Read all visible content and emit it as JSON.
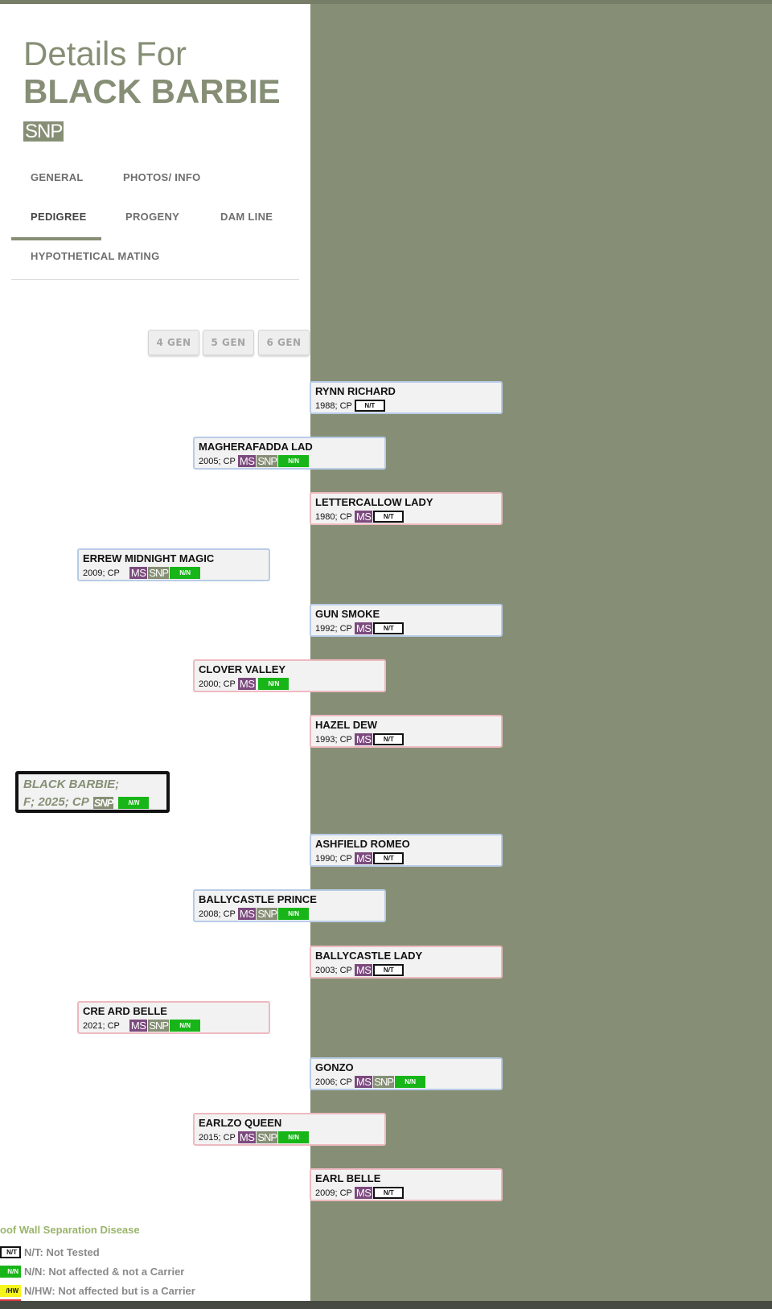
{
  "header": {
    "title_line1": "Details For",
    "title_line2": "BLACK BARBIE",
    "badge": "SNP"
  },
  "tabs": [
    {
      "label": "GENERAL",
      "active": false
    },
    {
      "label": "PHOTOS/ INFO",
      "active": false
    },
    {
      "label": "PEDIGREE",
      "active": true
    },
    {
      "label": "PROGENY",
      "active": false
    },
    {
      "label": "DAM LINE",
      "active": false
    },
    {
      "label": "HYPOTHETICAL MATING",
      "active": false
    }
  ],
  "generation_buttons": [
    "4 GEN",
    "5 GEN",
    "6 GEN"
  ],
  "badges": {
    "ms": "MS",
    "snp": "SNP",
    "nt": "N/T",
    "nn": "N/N",
    "nhw": "N/HW"
  },
  "subject": {
    "line1": "BLACK BARBIE;",
    "line2": "F; 2025; CP",
    "status": "N/N"
  },
  "pedigree": [
    {
      "name": "RYNN RICHARD",
      "info": "1988; CP",
      "ms": false,
      "snp": false,
      "status": "N/T",
      "sex": "sire"
    },
    {
      "name": "MAGHERAFADDA LAD",
      "info": "2005; CP",
      "ms": true,
      "snp": true,
      "status": "N/N",
      "sex": "sire"
    },
    {
      "name": "LETTERCALLOW LADY",
      "info": "1980; CP",
      "ms": true,
      "snp": false,
      "status": "N/T",
      "sex": "dam"
    },
    {
      "name": "ERREW MIDNIGHT MAGIC",
      "info": "2009; CP",
      "ms": true,
      "snp": true,
      "status": "N/N",
      "sex": "sire"
    },
    {
      "name": "GUN SMOKE",
      "info": "1992; CP",
      "ms": true,
      "snp": false,
      "status": "N/T",
      "sex": "sire"
    },
    {
      "name": "CLOVER VALLEY",
      "info": "2000; CP",
      "ms": true,
      "snp": false,
      "status": "N/N",
      "sex": "dam"
    },
    {
      "name": "HAZEL DEW",
      "info": "1993; CP",
      "ms": true,
      "snp": false,
      "status": "N/T",
      "sex": "dam"
    },
    {
      "name": "ASHFIELD ROMEO",
      "info": "1990; CP",
      "ms": true,
      "snp": false,
      "status": "N/T",
      "sex": "sire"
    },
    {
      "name": "BALLYCASTLE PRINCE",
      "info": "2008; CP",
      "ms": true,
      "snp": true,
      "status": "N/N",
      "sex": "sire"
    },
    {
      "name": "BALLYCASTLE LADY",
      "info": "2003; CP",
      "ms": true,
      "snp": false,
      "status": "N/T",
      "sex": "dam"
    },
    {
      "name": "CRE ARD BELLE",
      "info": "2021; CP",
      "ms": true,
      "snp": true,
      "status": "N/N",
      "sex": "dam"
    },
    {
      "name": "GONZO",
      "info": "2006; CP",
      "ms": true,
      "snp": true,
      "status": "N/N",
      "sex": "sire"
    },
    {
      "name": "EARLZO QUEEN",
      "info": "2015; CP",
      "ms": true,
      "snp": true,
      "status": "N/N",
      "sex": "dam"
    },
    {
      "name": "EARL BELLE",
      "info": "2009; CP",
      "ms": true,
      "snp": false,
      "status": "N/T",
      "sex": "dam"
    }
  ],
  "legend": {
    "title": "oof Wall Separation Disease",
    "items": [
      {
        "code": "N/T",
        "text": "N/T: Not Tested"
      },
      {
        "code": "N/N",
        "text": "N/N: Not affected & not a Carrier"
      },
      {
        "code": "/HW",
        "text": "N/HW: Not affected but is a Carrier"
      }
    ]
  }
}
